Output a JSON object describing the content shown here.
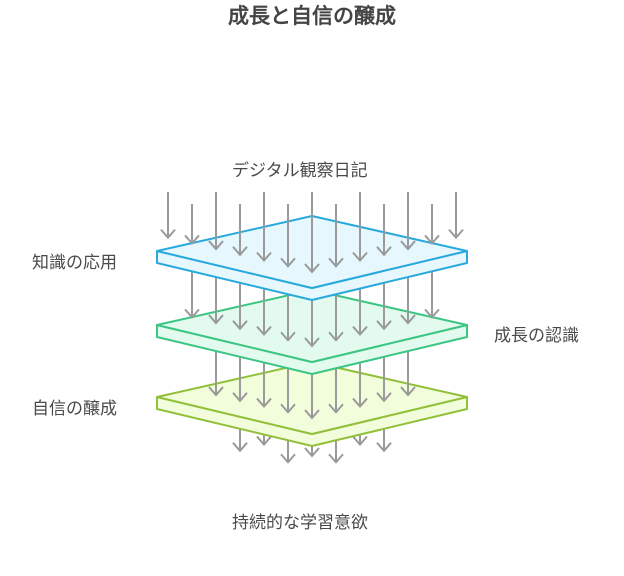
{
  "title": "成長と自信の醸成",
  "labels": {
    "top": "デジタル観察日記",
    "layer1": "知識の応用",
    "layer2": "成長の認識",
    "layer3": "自信の醸成",
    "bottom": "持続的な学習意欲"
  },
  "colors": {
    "arrow": "#9a9a9a",
    "layer1_stroke": "#29a9dc",
    "layer1_fill": "#e6f7fe",
    "layer2_stroke": "#3cc583",
    "layer2_fill": "#e2fbee",
    "layer3_stroke": "#92c03a",
    "layer3_fill": "#f2fddb"
  }
}
